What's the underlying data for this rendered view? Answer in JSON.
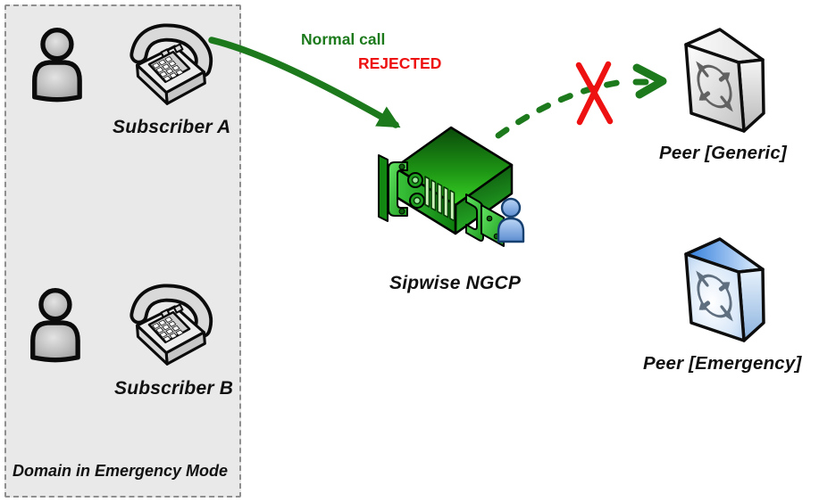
{
  "colors": {
    "arrow_green": "#1c7a1c",
    "normal_call_text_green": "#1c7a1c",
    "rejected_red": "#ee1111",
    "domain_box_bg": "#e9e9e9",
    "domain_box_border": "#8f8f8f",
    "server_green": "#2bb41c",
    "peer_generic_face_gray": "#e6e6e6",
    "peer_emergency_blue": "#4a90e0",
    "subscriber_icon_gray": "#b9b9b9",
    "ngcp_user_blue": "#7aa7e0"
  },
  "domain_box": {
    "label": "Domain in Emergency Mode"
  },
  "nodes": {
    "subscriber_a": {
      "label": "Subscriber A"
    },
    "subscriber_b": {
      "label": "Subscriber B"
    },
    "server": {
      "label": "Sipwise NGCP"
    },
    "peer_generic": {
      "label": "Peer [Generic]"
    },
    "peer_emergency": {
      "label": "Peer [Emergency]"
    }
  },
  "edges": {
    "normal_call": {
      "label": "Normal call",
      "status": "REJECTED",
      "style": "solid-curved-arrow",
      "from": "subscriber_a",
      "to": "server"
    },
    "rejected_route": {
      "style": "dashed-curved-arrow",
      "marker": "red-x",
      "from": "server",
      "to": "peer_generic"
    }
  }
}
